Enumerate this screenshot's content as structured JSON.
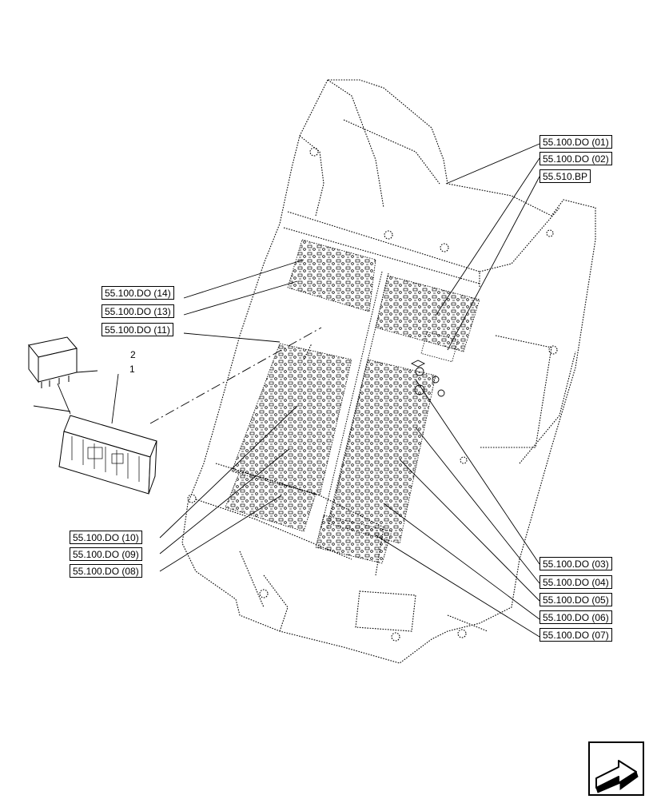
{
  "callouts": {
    "r01": "55.100.DO (01)",
    "r02": "55.100.DO (02)",
    "r03": "55.510.BP",
    "l14": "55.100.DO (14)",
    "l13": "55.100.DO (13)",
    "l11": "55.100.DO (11)",
    "l10": "55.100.DO (10)",
    "l09": "55.100.DO (09)",
    "l08": "55.100.DO (08)",
    "b03": "55.100.DO (03)",
    "b04": "55.100.DO (04)",
    "b05": "55.100.DO (05)",
    "b06": "55.100.DO (06)",
    "b07": "55.100.DO (07)"
  },
  "item_numbers": {
    "relay": "2",
    "fuse_box": "1"
  },
  "icons": {
    "navigation": "arrow-next-page-icon"
  }
}
